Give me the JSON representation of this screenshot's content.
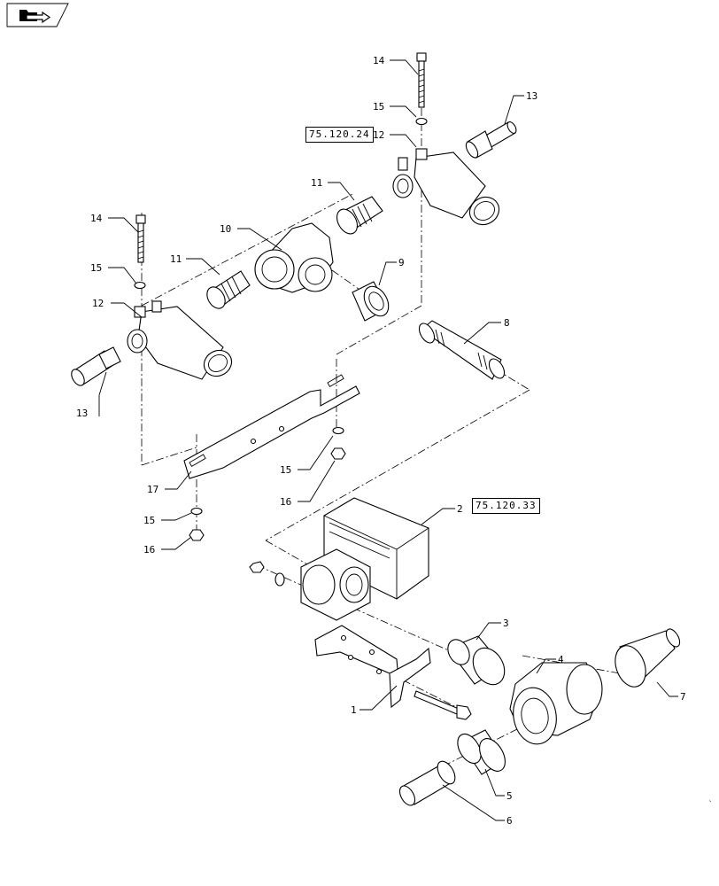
{
  "nav": {
    "icon": "folder-arrow-icon"
  },
  "refs": [
    {
      "text": "75.120.24"
    },
    {
      "text": "75.120.33"
    }
  ],
  "callouts": [
    {
      "id": "c14a",
      "text": "14"
    },
    {
      "id": "c15a",
      "text": "15"
    },
    {
      "id": "c13a",
      "text": "13"
    },
    {
      "id": "c12a",
      "text": "12"
    },
    {
      "id": "c11a",
      "text": "11"
    },
    {
      "id": "c14b",
      "text": "14"
    },
    {
      "id": "c10",
      "text": "10"
    },
    {
      "id": "c11b",
      "text": "11"
    },
    {
      "id": "c15b",
      "text": "15"
    },
    {
      "id": "c12b",
      "text": "12"
    },
    {
      "id": "c9",
      "text": "9"
    },
    {
      "id": "c8",
      "text": "8"
    },
    {
      "id": "c13b",
      "text": "13"
    },
    {
      "id": "c17",
      "text": "17"
    },
    {
      "id": "c15c",
      "text": "15"
    },
    {
      "id": "c16a",
      "text": "16"
    },
    {
      "id": "c15d",
      "text": "15"
    },
    {
      "id": "c16b",
      "text": "16"
    },
    {
      "id": "c2",
      "text": "2"
    },
    {
      "id": "c3",
      "text": "3"
    },
    {
      "id": "c4",
      "text": "4"
    },
    {
      "id": "c7",
      "text": "7"
    },
    {
      "id": "c1",
      "text": "1"
    },
    {
      "id": "c5",
      "text": "5"
    },
    {
      "id": "c6",
      "text": "6"
    }
  ]
}
